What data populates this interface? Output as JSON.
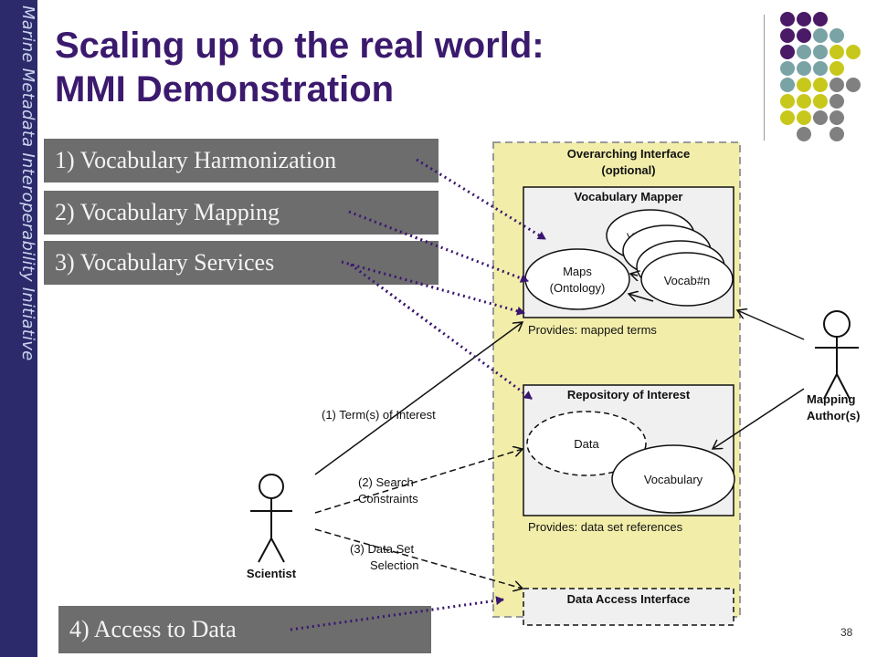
{
  "sidebar": {
    "text": "Marine Metadata Interoperability Initiative"
  },
  "title": {
    "line1": "Scaling up to the real world:",
    "line2": "MMI Demonstration"
  },
  "labels": {
    "vocab_harmonization": "1) Vocabulary Harmonization",
    "vocab_mapping": "2) Vocabulary Mapping",
    "vocab_services": "3) Vocabulary Services",
    "access_data": "4) Access to Data"
  },
  "diagram": {
    "overarching_title1": "Overarching Interface",
    "overarching_title2": "(optional)",
    "vocab_mapper_title": "Vocabulary Mapper",
    "maps1": "Maps",
    "maps2": "(Ontology)",
    "vocab_letter1": "V",
    "vocab_letter2": "V",
    "vocab_n": "Vocab#n",
    "provides_mapped": "Provides: mapped terms",
    "repo_title": "Repository of Interest",
    "data_label": "Data",
    "vocabulary_label": "Vocabulary",
    "provides_data": "Provides: data set references",
    "data_access_title": "Data Access Interface",
    "term_interest": "(1) Term(s) of Interest",
    "search_constraints1": "(2) Search",
    "search_constraints2": "Constraints",
    "dataset_sel1": "(3) Data Set",
    "dataset_sel2": "Selection",
    "scientist": "Scientist",
    "mapping_authors1": "Mapping",
    "mapping_authors2": "Author(s)"
  },
  "page_number": "38",
  "colors": {
    "sidebar": "#2d2a6b",
    "title": "#3b1a6e",
    "label_box": "#6d6d6d",
    "diagram_yellow": "#f2eeaa",
    "dot_purple": "#4a1a66",
    "dot_teal": "#7aa3a6",
    "dot_lime": "#c8c81c",
    "dot_gray": "#808080",
    "arrow": "#3a1670"
  }
}
